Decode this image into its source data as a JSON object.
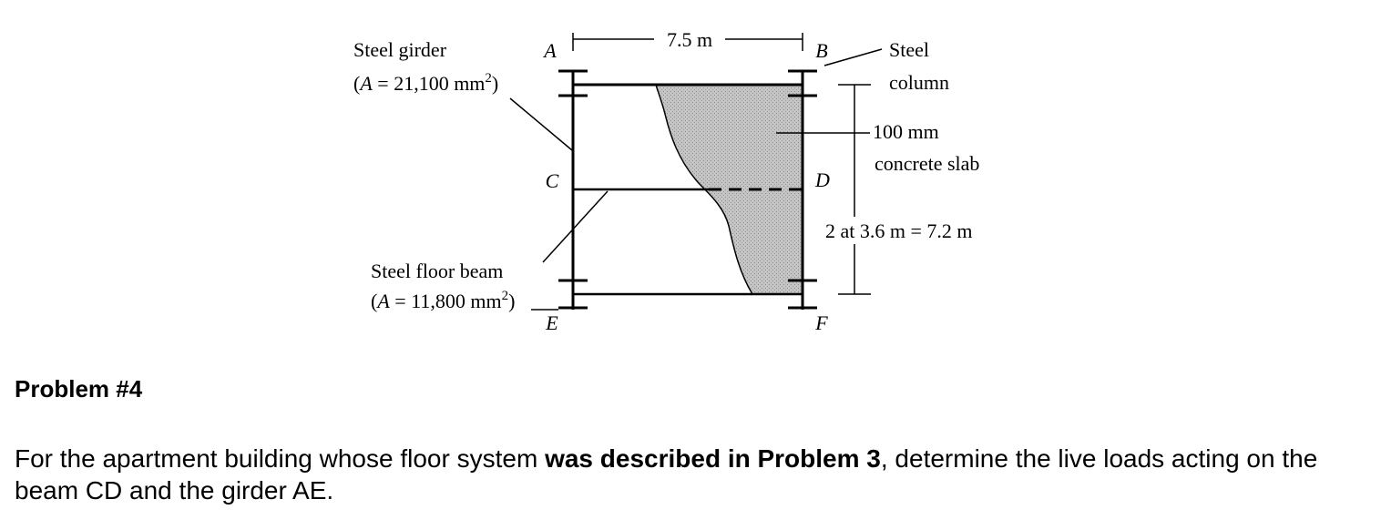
{
  "diagram": {
    "labels": {
      "A": "A",
      "B": "B",
      "C": "C",
      "D": "D",
      "E": "E",
      "F": "F"
    },
    "span_label": "7.5 m",
    "girder_label_1": "Steel girder",
    "girder_label_2_prefix": "(",
    "girder_label_2_A": "A",
    "girder_label_2_mid": " = 21,100 mm",
    "girder_label_2_sup": "2",
    "girder_label_2_suffix": ")",
    "column_label_1": "Steel",
    "column_label_2": "column",
    "slab_label_1": "100 mm",
    "slab_label_2": "concrete slab",
    "spacing_label": "2 at 3.6 m = 7.2 m",
    "beam_label_1": "Steel floor beam",
    "beam_label_2_prefix": "(",
    "beam_label_2_A": "A",
    "beam_label_2_mid": " = 11,800 mm",
    "beam_label_2_sup": "2",
    "beam_label_2_suffix": ")"
  },
  "problem": {
    "heading": "Problem #4",
    "text_1": "For the apartment building whose floor system ",
    "text_bold": "was described in Problem 3",
    "text_2": ", determine the live loads acting on the beam CD and the girder AE."
  }
}
